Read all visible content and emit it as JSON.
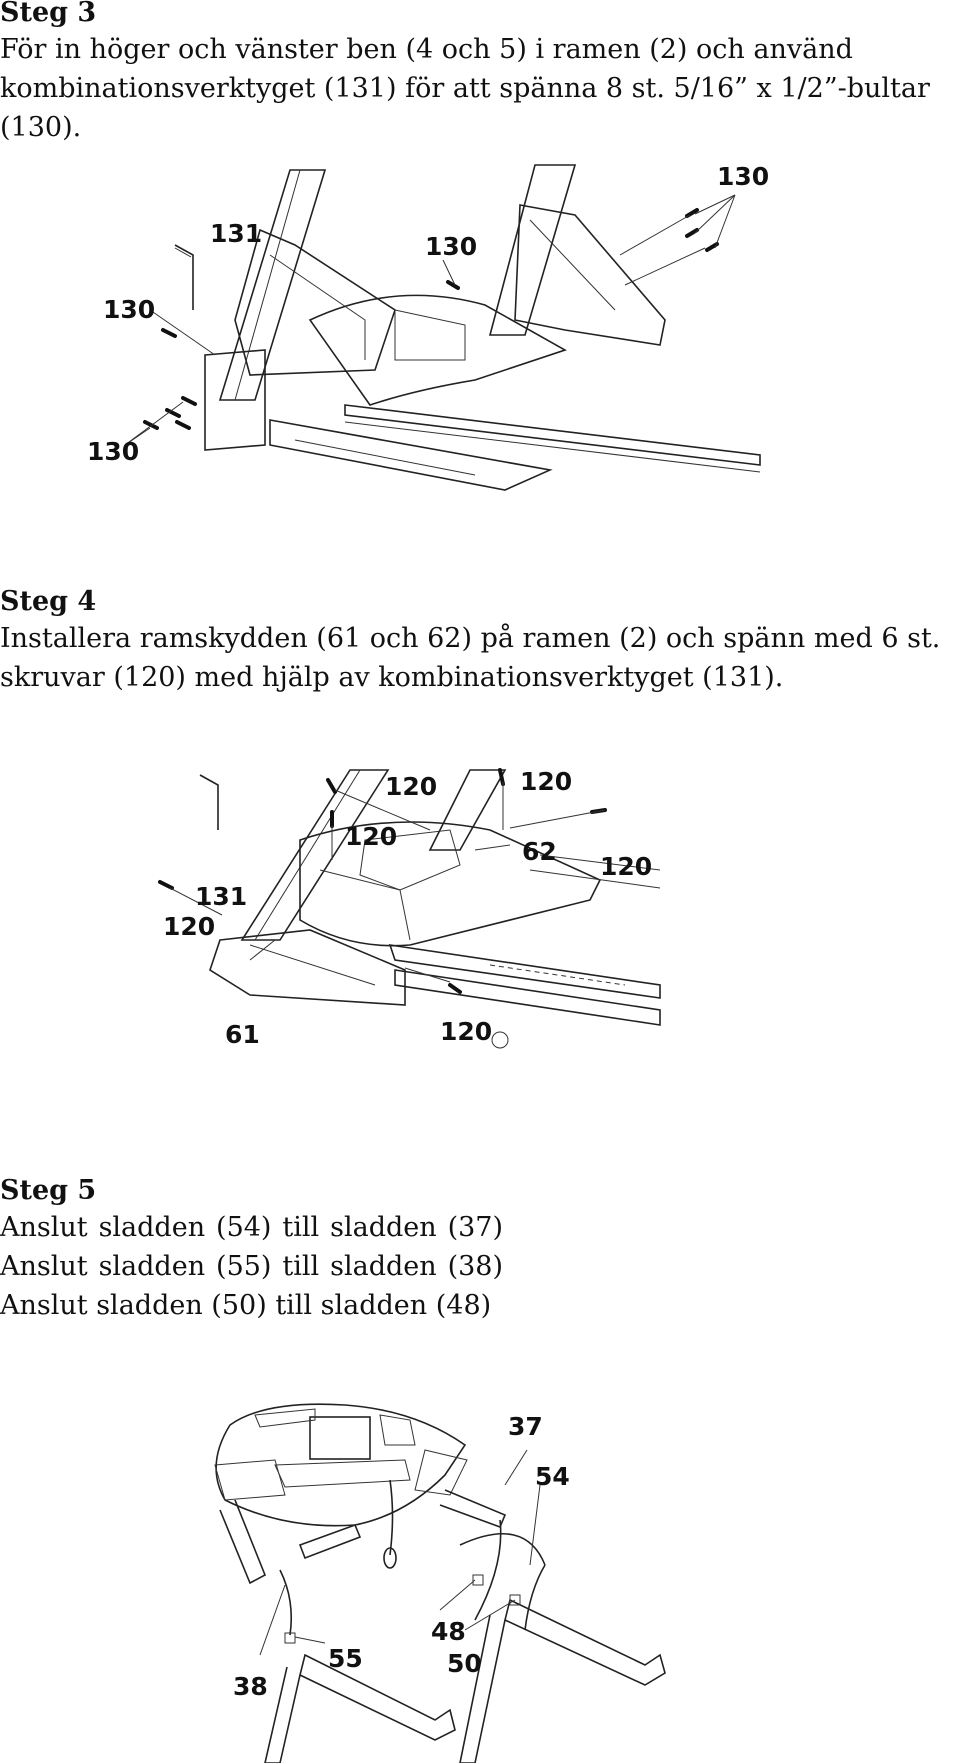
{
  "steps": [
    {
      "title": "Steg 3",
      "text": "För in höger och vänster ben (4 och 5) i ramen (2) och använd kombinationsverktyget (131) för att spänna 8 st. 5/16” x 1/2”-bultar (130).",
      "callouts": [
        "130",
        "131",
        "130",
        "130",
        "130"
      ]
    },
    {
      "title": "Steg 4",
      "text": "Installera ramskydden (61 och 62) på ramen (2) och spänn med 6 st. skruvar (120) med hjälp av kombinationsverktyget (131).",
      "callouts": [
        "120",
        "120",
        "120",
        "62",
        "120",
        "131",
        "120",
        "61",
        "120"
      ]
    },
    {
      "title": "Steg 5",
      "text": "Anslut sladden (54) till sladden (37) Anslut sladden (55) till sladden (38) Anslut sladden (50) till sladden (48)",
      "callouts": [
        "37",
        "54",
        "48",
        "50",
        "38",
        "55"
      ]
    }
  ]
}
